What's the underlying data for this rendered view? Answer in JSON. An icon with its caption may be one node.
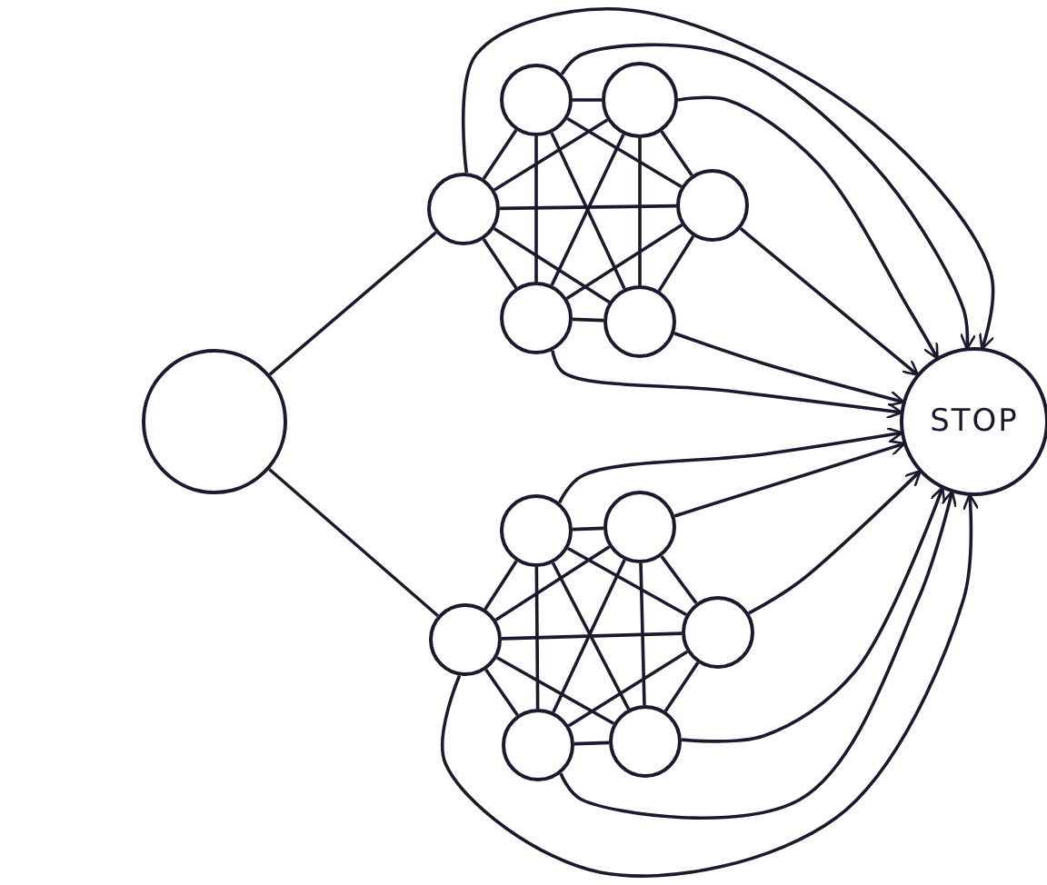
{
  "diagram": {
    "nodes": [
      {
        "text": [],
        "shape": "circle"
      },
      {
        "text": [],
        "shape": "circle"
      },
      {
        "text": [],
        "shape": "circle"
      },
      {
        "text": [],
        "shape": "circle"
      },
      {
        "text": [],
        "shape": "circle"
      },
      {
        "text": [],
        "shape": "circle"
      },
      {
        "text": [],
        "shape": "circle"
      },
      {
        "text": [],
        "shape": "circle"
      },
      {
        "text": [],
        "shape": "circle"
      },
      {
        "text": [],
        "shape": "circle"
      },
      {
        "text": [],
        "shape": "circle"
      },
      {
        "text": [],
        "shape": "circle"
      },
      {
        "text": [],
        "shape": "circle"
      },
      {
        "text": [
          "STOP"
        ]
      }
    ],
    "edges": [
      {
        "from": 0,
        "to": 1,
        "arrow": "none"
      },
      {
        "from": 0,
        "to": 2,
        "arrow": "none"
      },
      {
        "from": 1,
        "to": 3,
        "arrow": "none"
      },
      {
        "from": 1,
        "to": 4,
        "arrow": "none"
      },
      {
        "from": 1,
        "to": 7,
        "arrow": "none"
      },
      {
        "from": 1,
        "to": 8,
        "arrow": "none"
      },
      {
        "from": 1,
        "to": 11,
        "arrow": "none"
      },
      {
        "from": 3,
        "to": 4,
        "arrow": "none"
      },
      {
        "from": 3,
        "to": 7,
        "arrow": "none"
      },
      {
        "from": 3,
        "to": 8,
        "arrow": "none"
      },
      {
        "from": 3,
        "to": 11,
        "arrow": "none"
      },
      {
        "from": 4,
        "to": 7,
        "arrow": "none"
      },
      {
        "from": 4,
        "to": 8,
        "arrow": "none"
      },
      {
        "from": 4,
        "to": 11,
        "arrow": "none"
      },
      {
        "from": 7,
        "to": 8,
        "arrow": "none"
      },
      {
        "from": 7,
        "to": 11,
        "arrow": "none"
      },
      {
        "from": 8,
        "to": 11,
        "arrow": "none"
      },
      {
        "from": 2,
        "to": 5,
        "arrow": "none"
      },
      {
        "from": 2,
        "to": 6,
        "arrow": "none"
      },
      {
        "from": 2,
        "to": 9,
        "arrow": "none"
      },
      {
        "from": 2,
        "to": 10,
        "arrow": "none"
      },
      {
        "from": 2,
        "to": 12,
        "arrow": "none"
      },
      {
        "from": 5,
        "to": 6,
        "arrow": "none"
      },
      {
        "from": 5,
        "to": 9,
        "arrow": "none"
      },
      {
        "from": 5,
        "to": 10,
        "arrow": "none"
      },
      {
        "from": 5,
        "to": 12,
        "arrow": "none"
      },
      {
        "from": 6,
        "to": 9,
        "arrow": "none"
      },
      {
        "from": 6,
        "to": 10,
        "arrow": "none"
      },
      {
        "from": 6,
        "to": 12,
        "arrow": "none"
      },
      {
        "from": 9,
        "to": 10,
        "arrow": "none"
      },
      {
        "from": 9,
        "to": 12,
        "arrow": "none"
      },
      {
        "from": 10,
        "to": 12,
        "arrow": "none"
      },
      {
        "from": 1,
        "to": 13,
        "arrow": "to"
      },
      {
        "from": 2,
        "to": 13,
        "arrow": "to"
      },
      {
        "from": 3,
        "to": 13,
        "arrow": "to"
      },
      {
        "from": 4,
        "to": 13,
        "arrow": "to"
      },
      {
        "from": 5,
        "to": 13,
        "arrow": "to"
      },
      {
        "from": 6,
        "to": 13,
        "arrow": "to"
      },
      {
        "from": 7,
        "to": 13,
        "arrow": "to"
      },
      {
        "from": 8,
        "to": 13,
        "arrow": "to"
      },
      {
        "from": 9,
        "to": 13,
        "arrow": "to"
      },
      {
        "from": 10,
        "to": 13,
        "arrow": "to"
      },
      {
        "from": 11,
        "to": 13,
        "arrow": "to"
      },
      {
        "from": 12,
        "to": 13,
        "arrow": "to"
      }
    ]
  }
}
